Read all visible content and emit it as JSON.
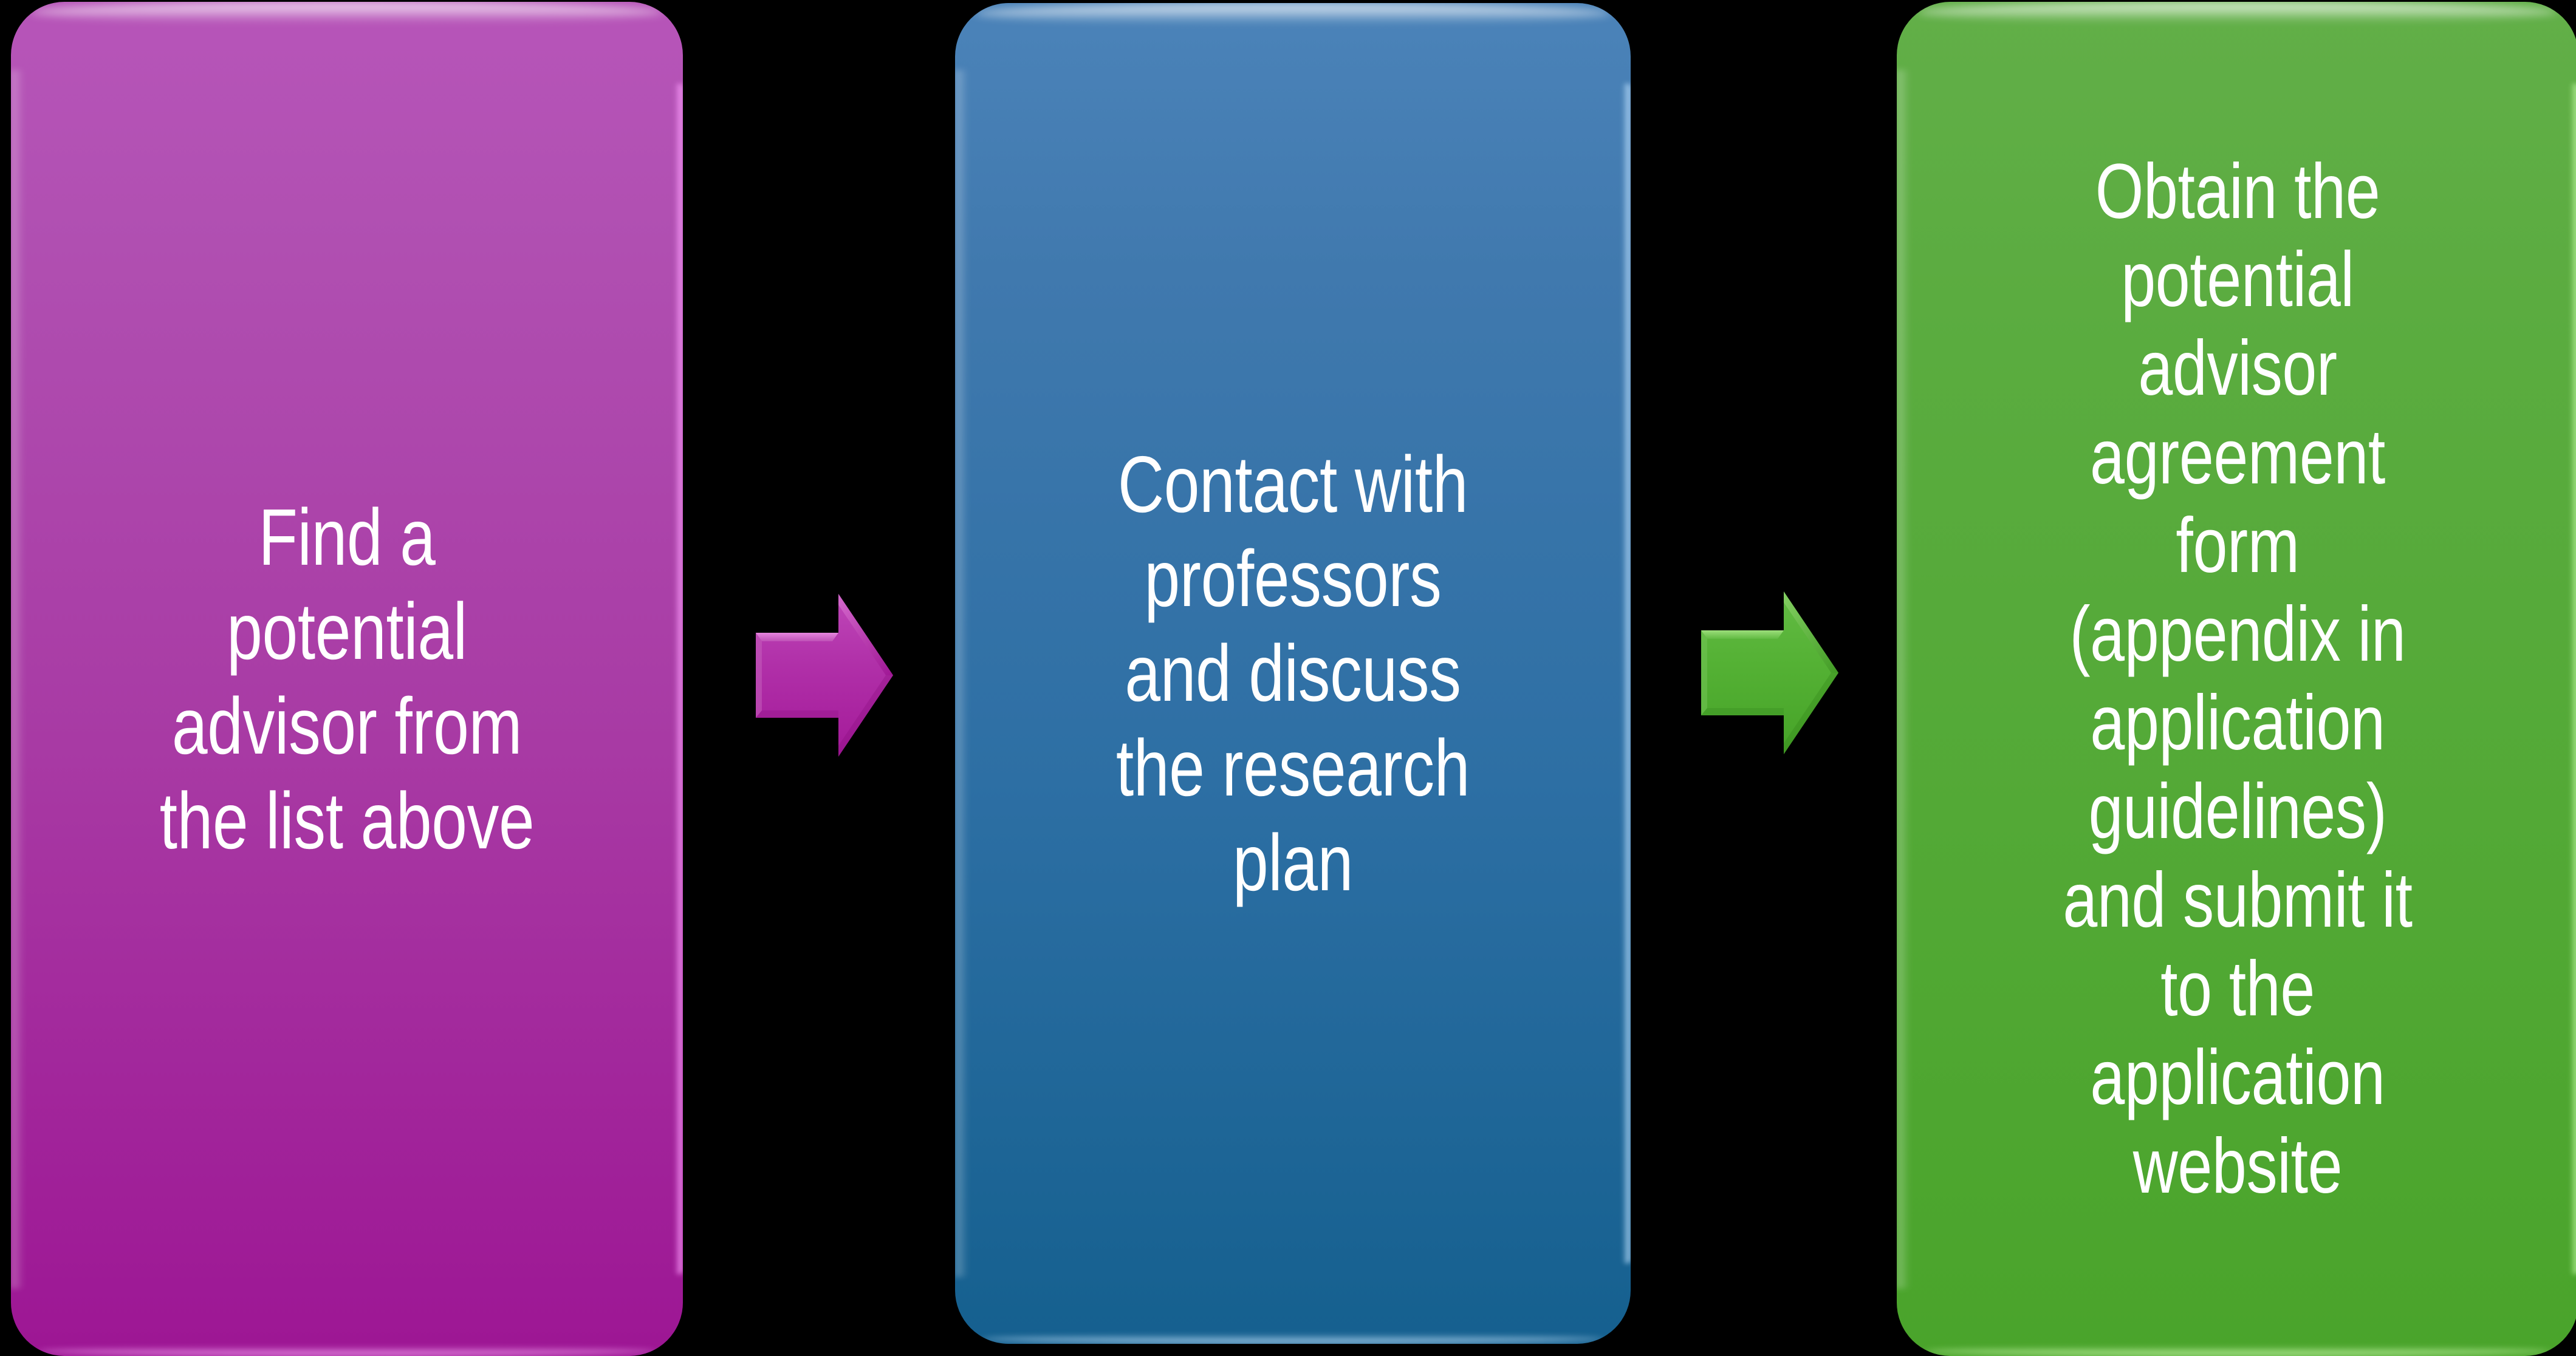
{
  "diagram": {
    "type": "process-flow",
    "orientation": "left-to-right",
    "background_color": "#000000",
    "step_count": 3,
    "steps": [
      {
        "id": "find-advisor",
        "order": 1,
        "text": "Find a\npotential\nadvisor from\nthe list above",
        "shape": "rounded-rectangle",
        "fill_top": "#B755B9",
        "fill_bottom": "#9D1694",
        "text_color": "#FFFFFF"
      },
      {
        "id": "contact-professors",
        "order": 2,
        "text": "Contact with\nprofessors\nand discuss\nthe research\nplan",
        "shape": "rounded-rectangle",
        "fill_top": "#4B83B9",
        "fill_bottom": "#15608F",
        "text_color": "#FFFFFF"
      },
      {
        "id": "obtain-agreement-form",
        "order": 3,
        "text": "Obtain the\npotential\nadvisor\nagreement\nform\n(appendix in\napplication\nguidelines)\nand submit it\nto the\napplication\nwebsite",
        "shape": "rounded-rectangle",
        "fill_top": "#62AF48",
        "fill_bottom": "#4AA42B",
        "text_color": "#FFFFFF"
      }
    ],
    "connectors": [
      {
        "id": "arrow-advisor-to-contact",
        "icon": "right-block-arrow-icon",
        "from": "find-advisor",
        "to": "contact-professors",
        "color": "#B02FA8",
        "direction": "right"
      },
      {
        "id": "arrow-contact-to-form",
        "icon": "right-block-arrow-icon",
        "from": "contact-professors",
        "to": "obtain-agreement-form",
        "color": "#52AE32",
        "direction": "right"
      }
    ]
  }
}
